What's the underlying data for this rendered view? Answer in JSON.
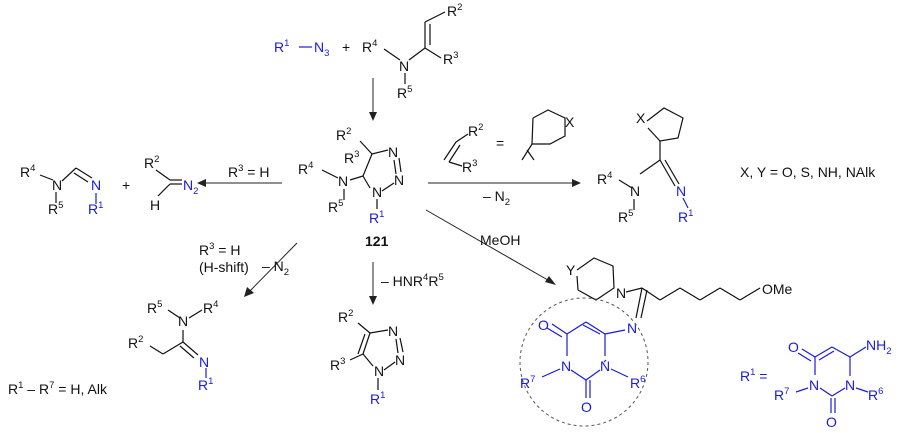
{
  "labels": {
    "r1": "R",
    "sup1": "1",
    "r2": "R",
    "sup2": "2",
    "r3": "R",
    "sup3": "3",
    "r4": "R",
    "sup4": "4",
    "r5": "R",
    "sup5": "5",
    "r6": "R",
    "sup6": "6",
    "r7": "R",
    "sup7": "7",
    "n": "N",
    "h": "H",
    "o": "O",
    "x": "X",
    "y": "Y",
    "n3": "N",
    "n3_sub": "3",
    "n2": "N",
    "n2_sub": "2",
    "plus": "+",
    "compound_number": "121",
    "methanol": "MeOH",
    "ome": "OMe",
    "minus_n2": "– N",
    "minus_hnr4r5": "– HNR",
    "r3_eq_h": "R",
    "r3_eq_h_tail": " = H",
    "h_shift": "(H-shift)",
    "xy_options": "X, Y = O, S, NH, NAlk",
    "r1_r7_def_tail": " = H, Alk",
    "r1_eq": " = ",
    "nh2_label": "NH",
    "nh2_sub": "2",
    "eq": "="
  },
  "colors": {
    "blue": "#1a1ad9",
    "black": "#111111"
  }
}
